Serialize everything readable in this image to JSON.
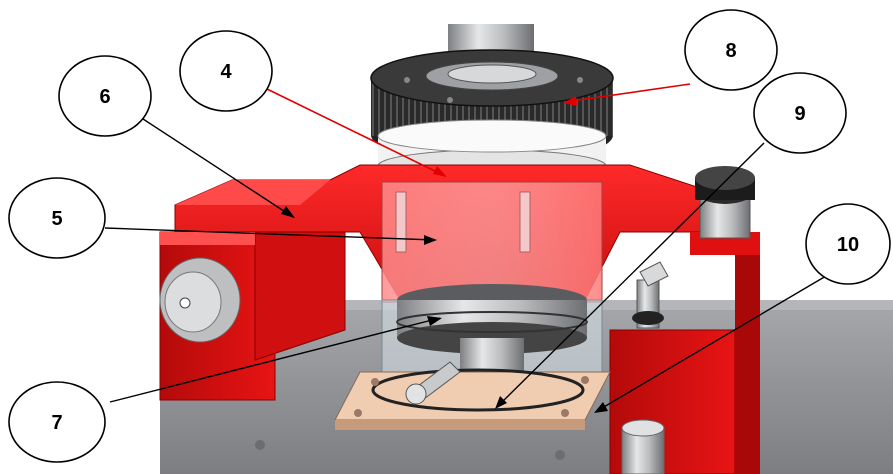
{
  "callouts": [
    {
      "id": "callout-4",
      "label": "4",
      "leader_color": "#e00000"
    },
    {
      "id": "callout-5",
      "label": "5",
      "leader_color": "#000000"
    },
    {
      "id": "callout-6",
      "label": "6",
      "leader_color": "#000000"
    },
    {
      "id": "callout-7",
      "label": "7",
      "leader_color": "#000000"
    },
    {
      "id": "callout-8",
      "label": "8",
      "leader_color": "#e00000"
    },
    {
      "id": "callout-9",
      "label": "9",
      "leader_color": "#000000"
    },
    {
      "id": "callout-10",
      "label": "10",
      "leader_color": "#000000"
    }
  ],
  "colors": {
    "frame_red": "#e01010",
    "frame_red_dark": "#a80808",
    "base_plate": "#8e9094",
    "ring_knurled": "#2a2a2a",
    "flange_copper": "#e8c4a8",
    "steel": "#c8cacc"
  }
}
